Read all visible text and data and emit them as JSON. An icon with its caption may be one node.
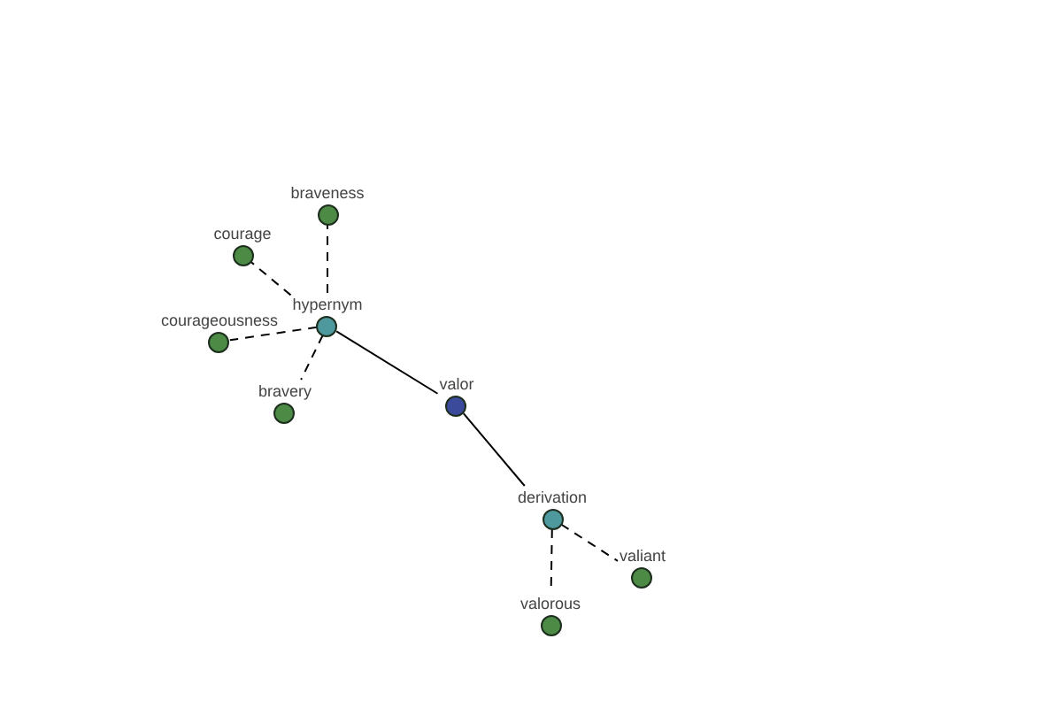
{
  "diagram": {
    "nodes": [
      {
        "text": [
          "braveness"
        ]
      },
      {
        "text": [
          "courage"
        ]
      },
      {
        "text": [
          "hypernym"
        ]
      },
      {
        "text": [
          "courageousness"
        ]
      },
      {
        "text": [
          "valor"
        ]
      },
      {
        "text": [
          "bravery"
        ]
      },
      {
        "text": [
          "derivation"
        ]
      },
      {
        "text": [
          "valiant"
        ]
      },
      {
        "text": [
          "valorous"
        ]
      }
    ],
    "edges": [
      {
        "from": 4,
        "to": 2,
        "arrow": "none"
      },
      {
        "from": 4,
        "to": 6,
        "arrow": "none"
      },
      {
        "from": 2,
        "to": 0,
        "arrow": "none",
        "style": "dashed"
      },
      {
        "from": 2,
        "to": 1,
        "arrow": "none",
        "style": "dashed"
      },
      {
        "from": 2,
        "to": 3,
        "arrow": "none",
        "style": "dashed"
      },
      {
        "from": 2,
        "to": 5,
        "arrow": "none",
        "style": "dashed"
      },
      {
        "from": 6,
        "to": 7,
        "arrow": "none",
        "style": "dashed"
      },
      {
        "from": 6,
        "to": 8,
        "arrow": "none",
        "style": "dashed"
      }
    ]
  }
}
